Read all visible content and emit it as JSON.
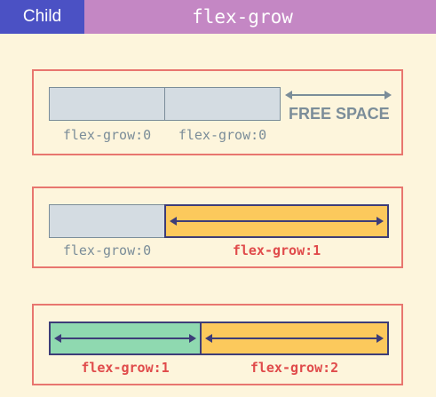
{
  "header": {
    "tag": "Child",
    "title": "flex-grow"
  },
  "example1": {
    "item1_label": "flex-grow:0",
    "item2_label": "flex-grow:0",
    "free_space": "FREE SPACE"
  },
  "example2": {
    "item1_label": "flex-grow:0",
    "item2_label": "flex-grow:1"
  },
  "example3": {
    "item1_label": "flex-grow:1",
    "item2_label": "flex-grow:2"
  },
  "colors": {
    "background": "#fdf5dc",
    "header": "#c487c4",
    "tag": "#4b51c4",
    "panel_border": "#e8766f",
    "grey_item": "#d4dce2",
    "yellow_item": "#fcc95c",
    "green_item": "#8fd9b0",
    "active_label": "#e04b4b",
    "inactive_label": "#7b8d99"
  }
}
